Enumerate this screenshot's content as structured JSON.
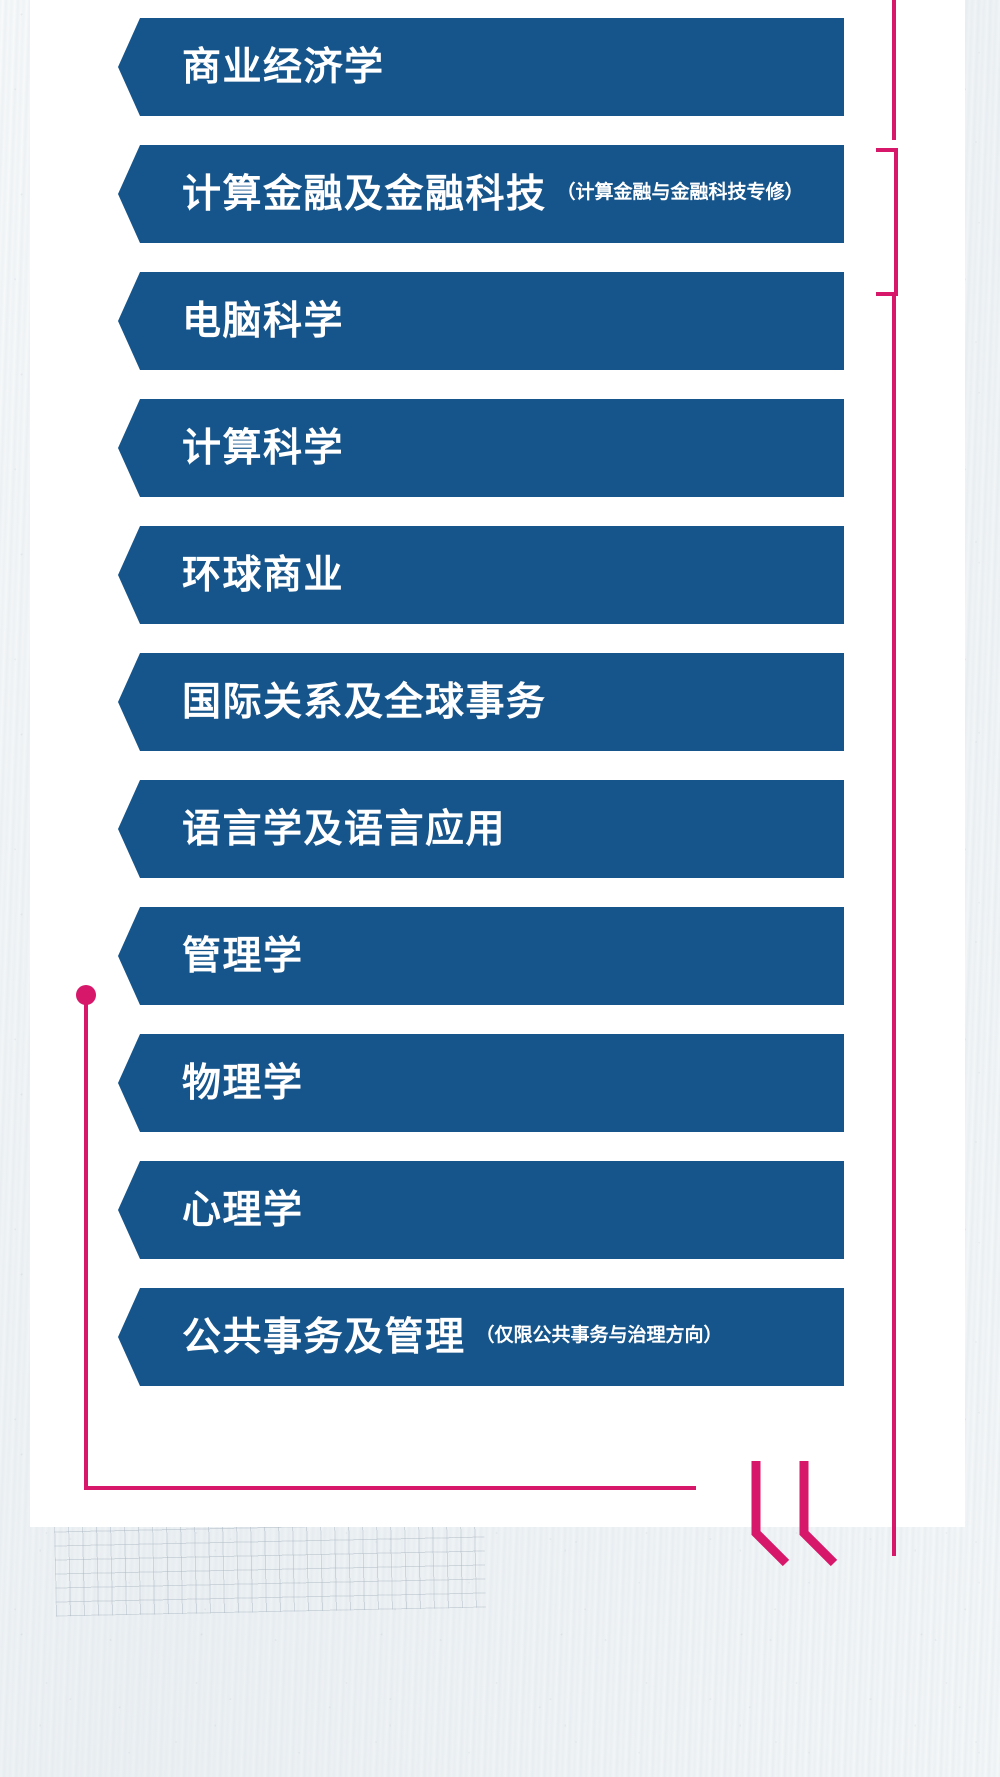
{
  "theme": {
    "banner_color": "#16558b",
    "accent_color": "#d6176a",
    "card_color": "#ffffff",
    "label_color": "#ffffff",
    "background_color": "#eceff2"
  },
  "card": {
    "title": "",
    "programs": [
      {
        "name": "商业经济学",
        "note": ""
      },
      {
        "name": "计算金融及金融科技",
        "note": "（计算金融与金融科技专修）"
      },
      {
        "name": "电脑科学",
        "note": ""
      },
      {
        "name": "计算科学",
        "note": ""
      },
      {
        "name": "环球商业",
        "note": ""
      },
      {
        "name": "国际关系及全球事务",
        "note": ""
      },
      {
        "name": "语言学及语言应用",
        "note": ""
      },
      {
        "name": "管理学",
        "note": ""
      },
      {
        "name": "物理学",
        "note": ""
      },
      {
        "name": "心理学",
        "note": ""
      },
      {
        "name": "公共事务及管理",
        "note": "（仅限公共事务与治理方向）"
      }
    ]
  },
  "decorations": {
    "quote_mark_glyph": "”",
    "pink_dot": "bullet-marker",
    "bracket": "right-bracket-rule"
  }
}
